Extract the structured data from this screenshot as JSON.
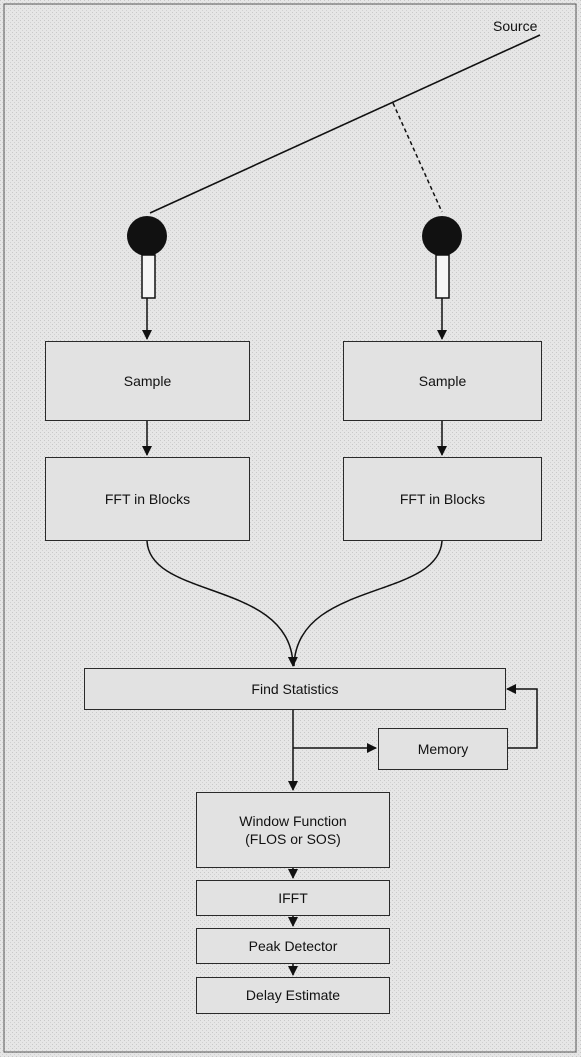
{
  "source_label": "Source",
  "left_channel": {
    "sample": "Sample",
    "fft": "FFT in Blocks"
  },
  "right_channel": {
    "sample": "Sample",
    "fft": "FFT in Blocks"
  },
  "find_statistics": "Find Statistics",
  "memory": "Memory",
  "window_function": "Window Function\n(FLOS or SOS)",
  "ifft": "IFFT",
  "peak_detector": "Peak Detector",
  "delay_estimate": "Delay Estimate"
}
